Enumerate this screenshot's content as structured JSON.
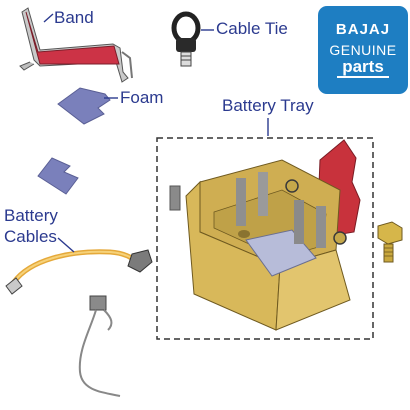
{
  "labels": {
    "band": "Band",
    "cable_tie": "Cable Tie",
    "foam": "Foam",
    "battery_tray": "Battery Tray",
    "battery_cables_line1": "Battery",
    "battery_cables_line2": "Cables"
  },
  "logo": {
    "brand": "BAJAJ",
    "genuine": "GENUINE",
    "parts": "parts"
  },
  "colors": {
    "label_text": "#2b3a8f",
    "logo_bg": "#1e7ec2",
    "tray_yellow": "#d8b85a",
    "bracket_red": "#c8323c",
    "foam_blue": "#7a80bb",
    "cable_orange": "#e5a93a"
  },
  "icons": [
    "band-icon",
    "cable-tie-icon",
    "foam-pad-icon",
    "battery-tray-icon",
    "bolt-icon",
    "battery-cable-icon",
    "sensor-wire-icon"
  ]
}
